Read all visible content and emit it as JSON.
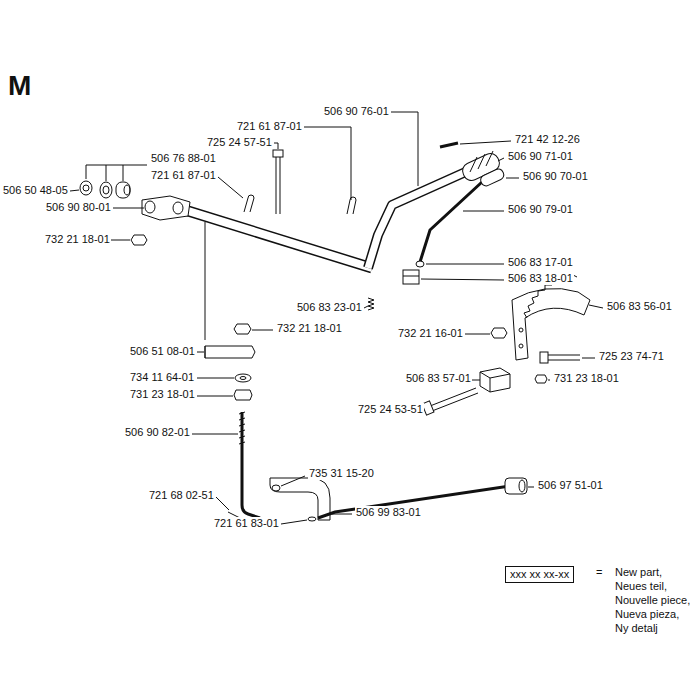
{
  "diagram": {
    "title": "M",
    "labels": [
      "506 90 76-01",
      "725 24 57-51",
      "721 61 87-01",
      "721 42 12-26",
      "506 76 88-01",
      "506 90 71-01",
      "506 50 48-05",
      "721 61 87-01",
      "506 90 70-01",
      "506 90 80-01",
      "732 21 18-01",
      "506 90 79-01",
      "506 83 17-01",
      "506 83 18-01",
      "506 83 23-01",
      "506 83 56-01",
      "732 21 18-01",
      "732 21 16-01",
      "506 51 08-01",
      "725 23 74-71",
      "734 11 64-01",
      "506 83 57-01",
      "731 23 18-01",
      "731 23 18-01",
      "725 24 53-51",
      "506 90 82-01",
      "735 31 15-20",
      "721 68 02-51",
      "506 99 83-01",
      "506 97 51-01",
      "721 61 83-01",
      "xxx xx xx-xx",
      "=",
      "New part,",
      "Neues teil,",
      "Nouvelle piece,",
      "Nueva pieza,",
      "Ny detalj"
    ]
  }
}
